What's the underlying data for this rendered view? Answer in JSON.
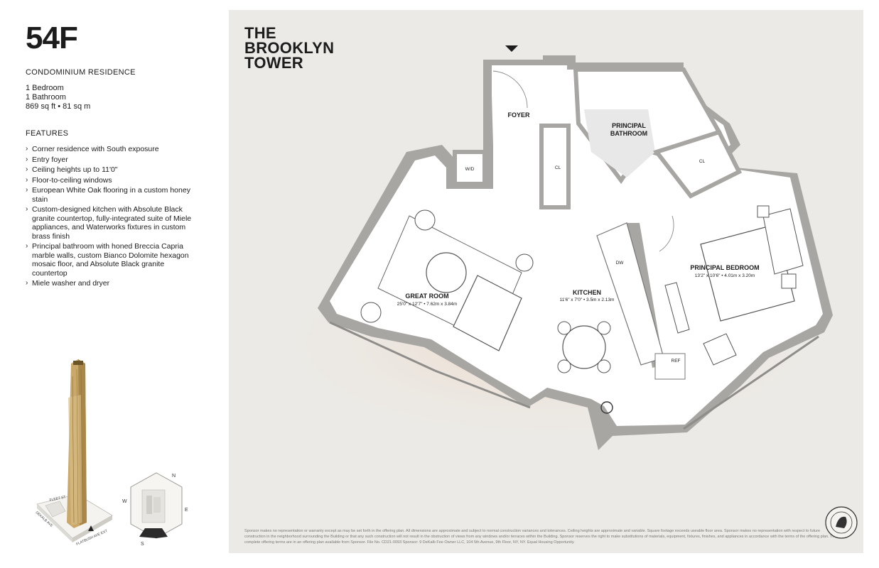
{
  "listing": {
    "unit": "54F",
    "property_type": "CONDOMINIUM RESIDENCE",
    "specs": [
      "1 Bedroom",
      "1 Bathroom",
      "869 sq ft • 81 sq m"
    ],
    "features_heading": "FEATURES",
    "features": [
      "Corner residence with South exposure",
      "Entry foyer",
      "Ceiling heights up to 11'0\"",
      "Floor-to-ceiling windows",
      "European White Oak flooring in a custom honey stain",
      "Custom-designed kitchen with Absolute Black granite countertop, fully-integrated suite of Miele appliances, and Waterworks fixtures in custom brass finish",
      "Principal bathroom with honed Breccia Capria marble walls, custom Bianco Dolomite hexagon mosaic floor, and Absolute Black granite countertop",
      "Miele washer and dryer"
    ]
  },
  "brand": {
    "lines": [
      "THE",
      "BROOKLYN",
      "TOWER"
    ]
  },
  "plan": {
    "rooms": {
      "foyer": "FOYER",
      "wd": "W/D",
      "closet_foyer": "CL",
      "bathroom_line1": "PRINCIPAL",
      "bathroom_line2": "BATHROOM",
      "closet_bedroom": "CL",
      "great_room_name": "GREAT ROOM",
      "great_room_dims": "25'0\" x 12'7\" • 7.62m x 3.84m",
      "kitchen_name": "KITCHEN",
      "kitchen_dims": "11'6\" x 7'0\" • 3.5m x 2.13m",
      "dw": "DW",
      "ref": "REF",
      "bedroom_name": "PRINCIPAL BEDROOM",
      "bedroom_dims": "13'2\" x 10'6\" • 4.01m x 3.20m"
    }
  },
  "keyplan": {
    "n": "N",
    "e": "E",
    "s": "S",
    "w": "W"
  },
  "tower_streets": [
    "FLEET ST",
    "FLATBUSH AVE EXT",
    "DEKALB AVE"
  ],
  "disclaimer": "Sponsor makes no representation or warranty except as may be set forth in the offering plan. All dimensions are approximate and subject to normal construction variances and tolerances. Ceiling heights are approximate and variable. Square footage exceeds useable floor area. Sponsor makes no representation with respect to future construction in the neighborhood surrounding the Building or that any such construction will not result in the obstruction of views from any windows and/or terraces within the Building. Sponsor reserves the right to make substitutions of materials, equipment, fixtures, finishes, and appliances in accordance with the terms of the offering plan. The complete offering terms are in an offering plan available from Sponsor. File No. CD21-0093 Sponsor: 9 DeKalb Fee Owner LLC, 104 5th Avenue, 9th Floor, NY, NY. Equal Housing Opportunity.",
  "colors": {
    "panel": "#eceae6",
    "wall": "#a8a6a3",
    "floor": "#ffffff",
    "glow": "#f2d6c4",
    "tower_gold": "#c9a86a"
  }
}
